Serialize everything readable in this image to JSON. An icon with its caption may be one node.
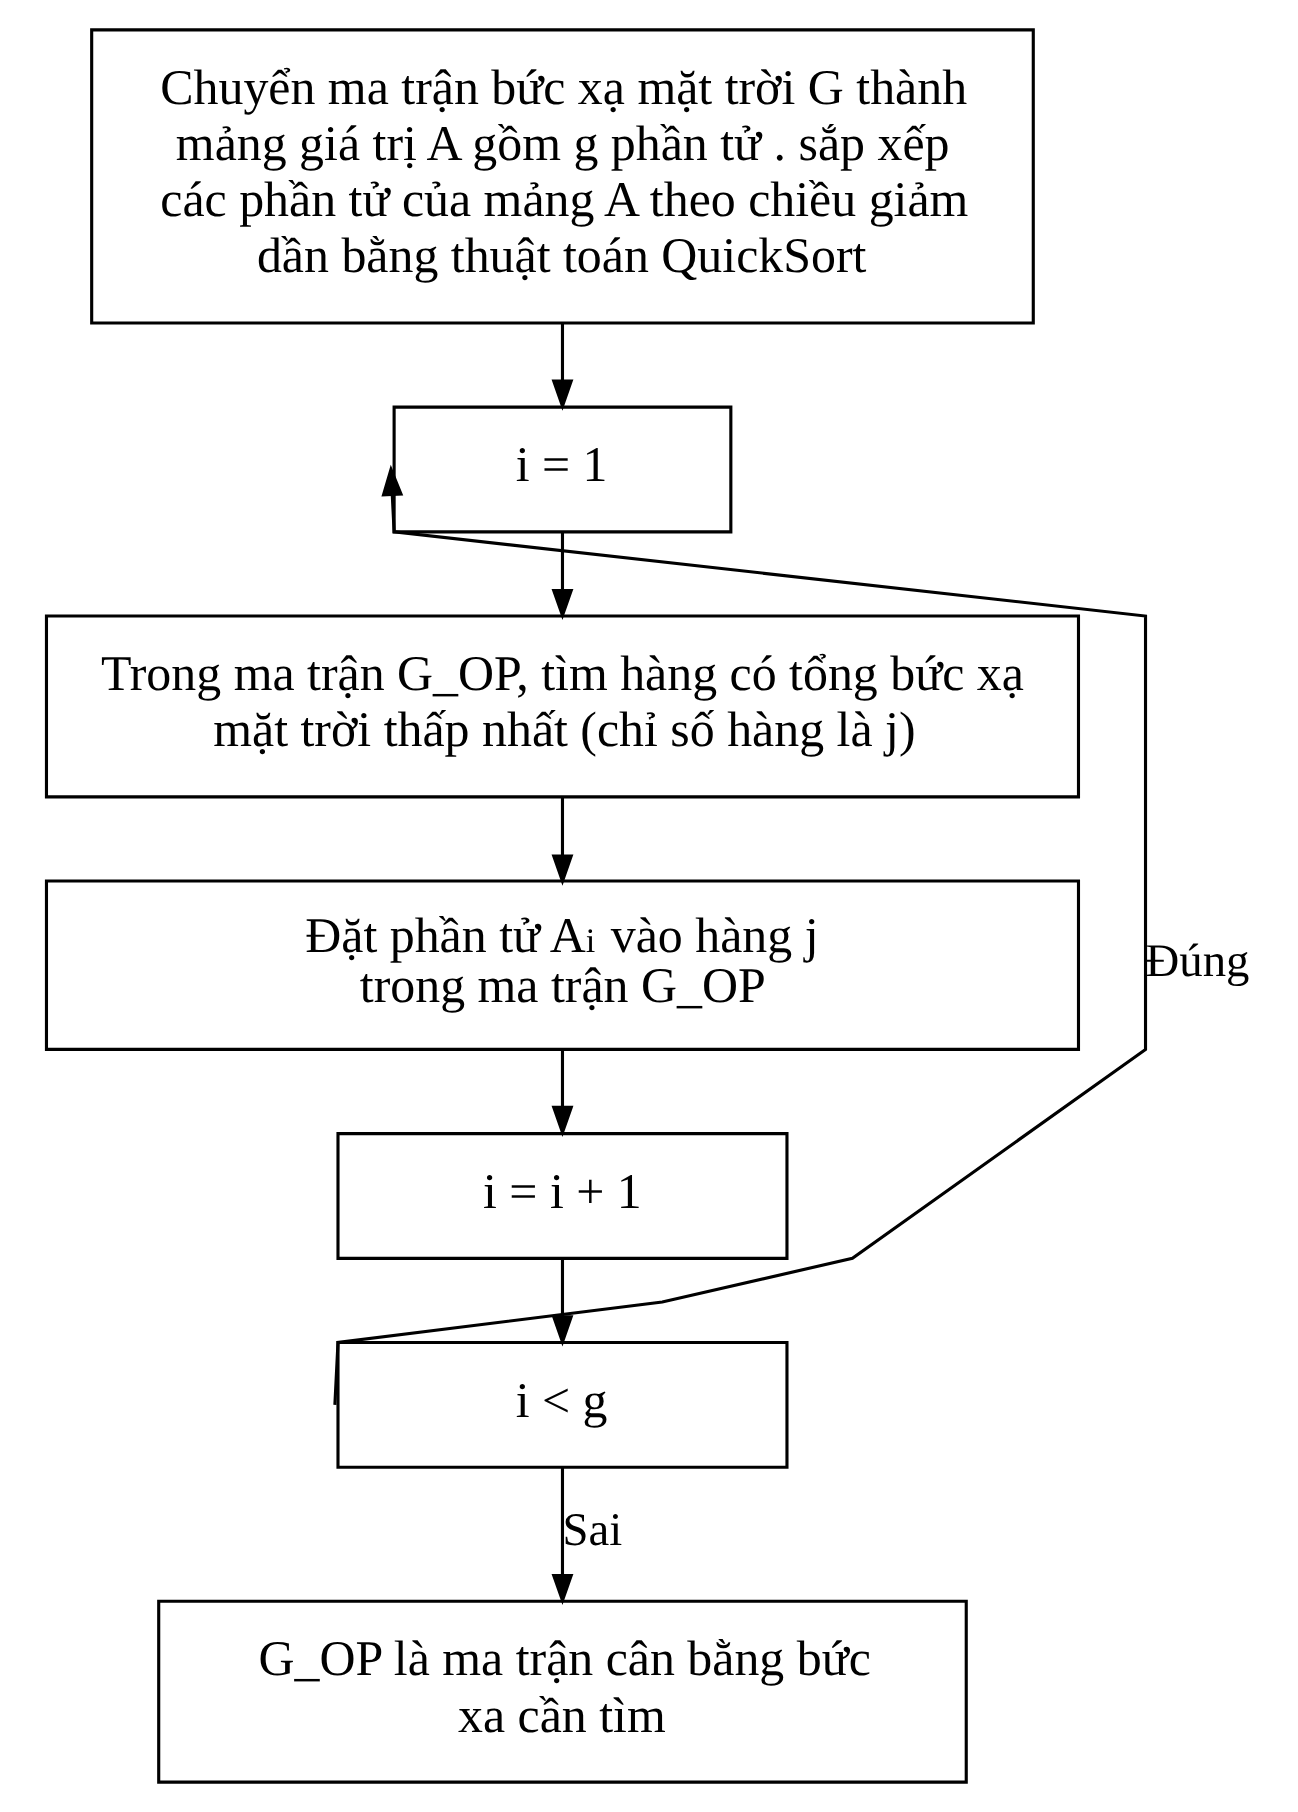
{
  "diagram": {
    "nodes": [
      {
        "text": [
          "Chuyển ma trận bức xạ mặt trời G thành mảng giá trị A gồm g phần tử . sắp xếp các phần tử của mảng A theo chiều giảm dần bằng thuật toán QuickSort"
        ]
      },
      {
        "text": [
          "i = 1"
        ]
      },
      {
        "text": [
          "Trong ma trận G_OP, tìm hàng có tổng bức xạ mặt trời thấp nhất (chỉ số hàng là j)"
        ]
      },
      {
        "text": [
          "Đặt phần tử A$_{i}$ vào hàng j trong ma trận G_OP"
        ]
      },
      {
        "text": [
          "i = i + 1"
        ]
      },
      {
        "text": [
          "i < g"
        ]
      },
      {
        "text": [
          "G_OP là ma trận cân bằng bức xa cần tìm"
        ]
      }
    ],
    "edges": [
      {
        "from": 0,
        "to": 1,
        "arrow": "to"
      },
      {
        "from": 1,
        "to": 2,
        "arrow": "to"
      },
      {
        "from": 2,
        "to": 3,
        "arrow": "to"
      },
      {
        "from": 3,
        "to": 4,
        "arrow": "to"
      },
      {
        "from": 4,
        "to": 5,
        "arrow": "to"
      },
      {
        "from": 5,
        "to": 1,
        "arrow": "to",
        "label": "Đúng"
      },
      {
        "from": 5,
        "to": 6,
        "arrow": "to",
        "label": "Sai"
      }
    ]
  }
}
